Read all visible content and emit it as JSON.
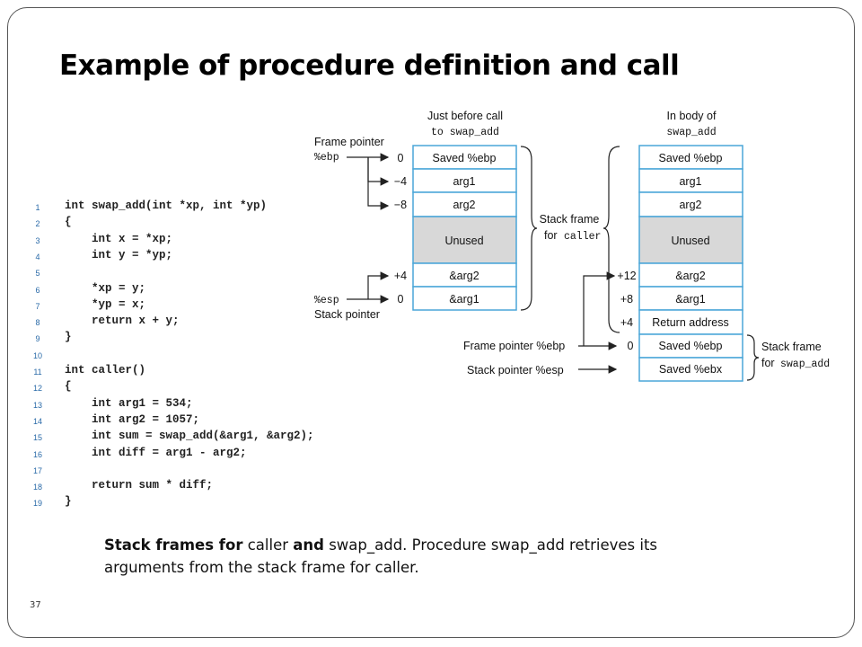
{
  "slide": {
    "title": "Example of procedure definition and call",
    "number": "37",
    "caption": {
      "bold1": "Stack frames for",
      "mid1": " caller ",
      "bold2": "and",
      "mid2": " swap_add. Procedure swap_add retrieves its arguments from the stack frame for caller."
    }
  },
  "code": [
    {
      "n": "1",
      "t": "int swap_add(int *xp, int *yp)"
    },
    {
      "n": "2",
      "t": "{"
    },
    {
      "n": "3",
      "t": "    int x = *xp;"
    },
    {
      "n": "4",
      "t": "    int y = *yp;"
    },
    {
      "n": "5",
      "t": ""
    },
    {
      "n": "6",
      "t": "    *xp = y;"
    },
    {
      "n": "7",
      "t": "    *yp = x;"
    },
    {
      "n": "8",
      "t": "    return x + y;"
    },
    {
      "n": "9",
      "t": "}"
    },
    {
      "n": "10",
      "t": ""
    },
    {
      "n": "11",
      "t": "int caller()"
    },
    {
      "n": "12",
      "t": "{"
    },
    {
      "n": "13",
      "t": "    int arg1 = 534;"
    },
    {
      "n": "14",
      "t": "    int arg2 = 1057;"
    },
    {
      "n": "15",
      "t": "    int sum = swap_add(&arg1, &arg2);"
    },
    {
      "n": "16",
      "t": "    int diff = arg1 - arg2;"
    },
    {
      "n": "17",
      "t": ""
    },
    {
      "n": "18",
      "t": "    return sum * diff;"
    },
    {
      "n": "19",
      "t": "}"
    }
  ],
  "diagram": {
    "left": {
      "heading1": "Just before call",
      "heading2": "to swap_add",
      "cells": [
        "Saved %ebp",
        "arg1",
        "arg2",
        "Unused",
        "&arg2",
        "&arg1"
      ],
      "offsets": [
        "0",
        "−4",
        "−8",
        "+4",
        "0"
      ],
      "fp_label1": "Frame pointer",
      "fp_label2": "%ebp",
      "sp_label1": "%esp",
      "sp_label2": "Stack pointer"
    },
    "middle": {
      "label1": "Stack frame",
      "label2": "for caller"
    },
    "right": {
      "heading1": "In body of",
      "heading2": "swap_add",
      "cells": [
        "Saved %ebp",
        "arg1",
        "arg2",
        "Unused",
        "&arg2",
        "&arg1",
        "Return address",
        "Saved %ebp",
        "Saved %ebx"
      ],
      "offsets": [
        "+12",
        "+8",
        "+4",
        "0"
      ],
      "fp_label": "Frame pointer %ebp",
      "sp_label": "Stack pointer %esp",
      "frame_label1": "Stack frame",
      "frame_label2": "for swap_add"
    },
    "colors": {
      "cell_border": "#4aa6d8",
      "unused_fill": "#d8d8d8",
      "line": "#222222"
    }
  }
}
